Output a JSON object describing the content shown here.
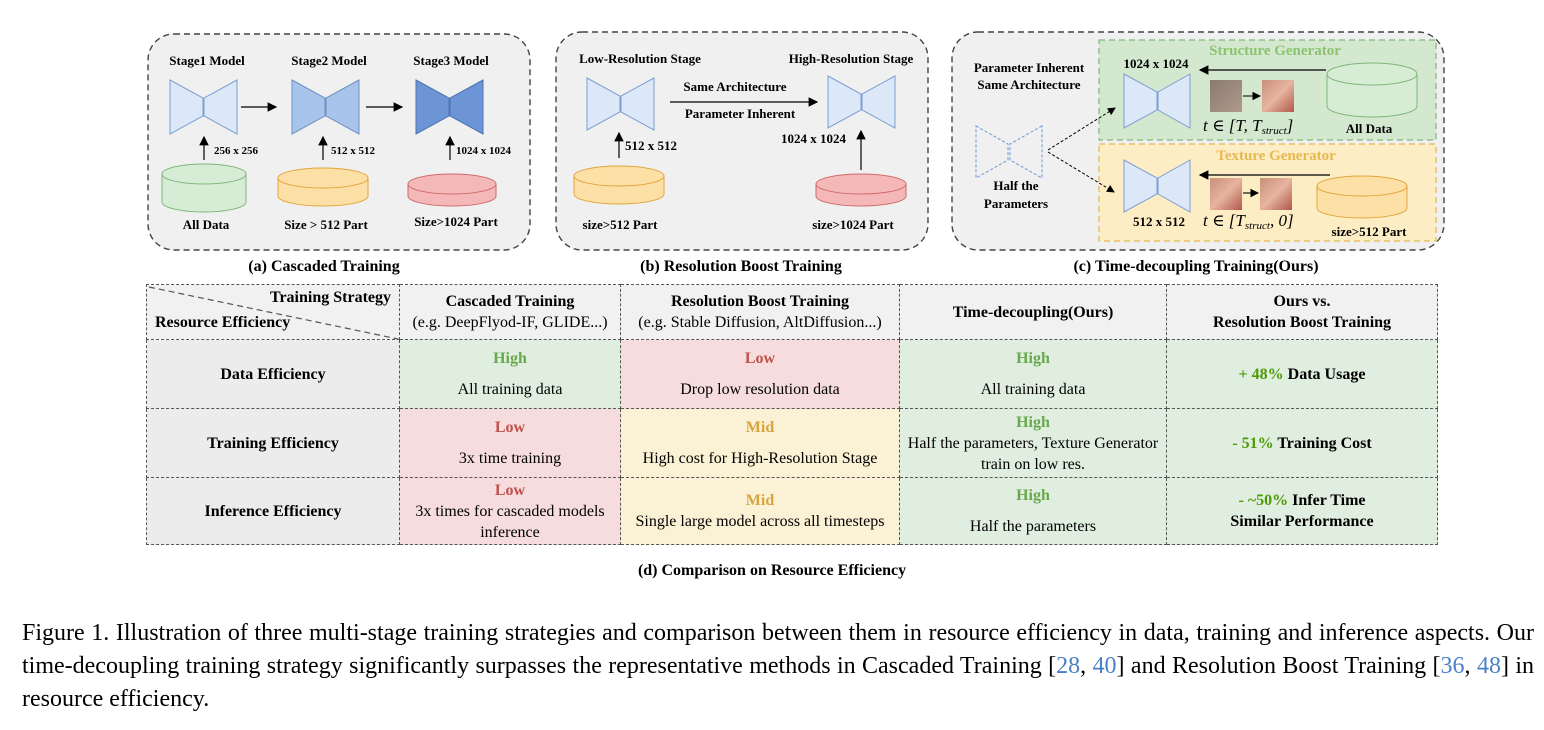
{
  "panel_a": {
    "stage1": "Stage1 Model",
    "stage2": "Stage2 Model",
    "stage3": "Stage3 Model",
    "res1": "256 x 256",
    "res2": "512 x 512",
    "res3": "1024 x 1024",
    "data1": "All Data",
    "data2": "Size > 512 Part",
    "data3": "Size>1024 Part",
    "caption": "(a) Cascaded Training"
  },
  "panel_b": {
    "low_stage": "Low-Resolution Stage",
    "high_stage": "High-Resolution Stage",
    "same_arch": "Same Architecture",
    "param_inherent": "Parameter Inherent",
    "res_low": "512 x 512",
    "res_high": "1024 x 1024",
    "data_low": "size>512 Part",
    "data_high": "size>1024 Part",
    "caption": "(b) Resolution Boost Training"
  },
  "panel_c": {
    "param_inherent": "Parameter Inherent",
    "same_arch": "Same Architecture",
    "half_line1": "Half the",
    "half_line2": "Parameters",
    "structure_gen": "Structure Generator",
    "texture_gen": "Texture Generator",
    "res_struct": "1024 x 1024",
    "res_texture": "512 x 512",
    "t_struct": "t ∈ [T, T",
    "t_struct_sub": "struct",
    "t_struct_end": "]",
    "t_tex": "t ∈ [T",
    "t_tex_sub": "struct",
    "t_tex_end": ", 0]",
    "data_struct": "All Data",
    "data_texture": "size>512 Part",
    "caption": "(c) Time-decoupling Training(Ours)"
  },
  "table": {
    "corner_top": "Training Strategy",
    "corner_bottom": "Resource Efficiency",
    "headers": [
      {
        "title": "Cascaded Training",
        "sub": "(e.g. DeepFlyod-IF, GLIDE...)"
      },
      {
        "title": "Resolution Boost Training",
        "sub": "(e.g. Stable Diffusion, AltDiffusion...)"
      },
      {
        "title": "Time-decoupling(Ours)",
        "sub": ""
      },
      {
        "title": "Ours vs.",
        "sub": "Resolution Boost Training"
      }
    ],
    "rows": [
      {
        "label": "Data Efficiency",
        "cells": [
          {
            "level": "High",
            "text": "All training data"
          },
          {
            "level": "Low",
            "text": "Drop low resolution data"
          },
          {
            "level": "High",
            "text": "All training data"
          }
        ],
        "compare_value": "+ 48%",
        "compare_text": " Data Usage",
        "compare_line2": ""
      },
      {
        "label": "Training Efficiency",
        "cells": [
          {
            "level": "Low",
            "text": "3x time training"
          },
          {
            "level": "Mid",
            "text": "High cost for High-Resolution Stage"
          },
          {
            "level": "High",
            "text": "Half the parameters, Texture Generator train on low res."
          }
        ],
        "compare_value": "- 51%",
        "compare_text": " Training Cost",
        "compare_line2": ""
      },
      {
        "label": "Inference Efficiency",
        "cells": [
          {
            "level": "Low",
            "text": "3x times for cascaded models inference"
          },
          {
            "level": "Mid",
            "text": "Single large model across all timesteps"
          },
          {
            "level": "High",
            "text": "Half the parameters"
          }
        ],
        "compare_value": "- ~50%",
        "compare_text": " Infer Time",
        "compare_line2": "Similar Performance"
      }
    ],
    "caption": "(d) Comparison on Resource Efficiency"
  },
  "figure_caption": {
    "part1": "Figure 1.  Illustration of three multi-stage training strategies and comparison between them in resource efficiency in data, training and inference aspects. Our time-decoupling training strategy significantly surpasses the representative methods in Cascaded Training [",
    "ref1": "28",
    "sep1": ", ",
    "ref2": "40",
    "part2": "] and Resolution Boost Training [",
    "ref3": "36",
    "sep2": ", ",
    "ref4": "48",
    "part3": "] in resource efficiency."
  },
  "colors": {
    "green_bg": "#dfeedf",
    "red_bg": "#f6dcdc",
    "yellow_bg": "#fbf1d4",
    "high": "#6aa84f",
    "low": "#c0504d",
    "mid": "#d6a540",
    "link": "#4a80c8"
  }
}
